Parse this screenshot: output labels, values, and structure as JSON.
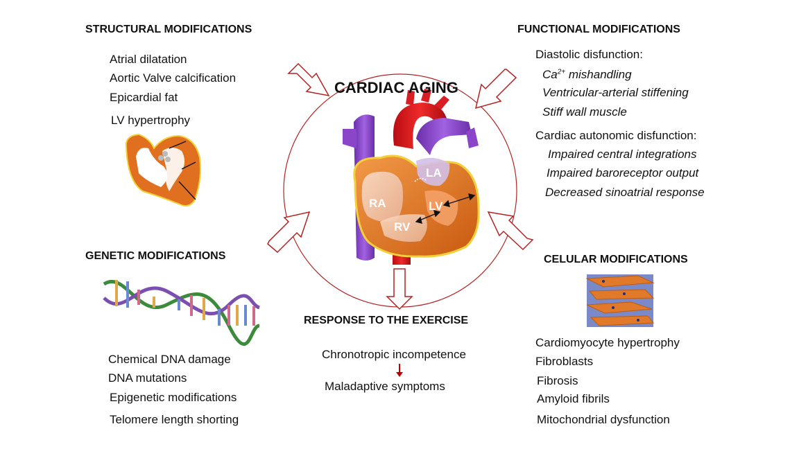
{
  "center": {
    "title": "CARDIAC AGING",
    "chamber_labels": {
      "ra": "RA",
      "rv": "RV",
      "la": "LA",
      "lv": "LV"
    }
  },
  "structural": {
    "heading": "STRUCTURAL MODIFICATIONS",
    "items": [
      "Atrial dilatation",
      "Aortic Valve calcification",
      "Epicardial fat",
      "LV hypertrophy"
    ]
  },
  "functional": {
    "heading": "FUNCTIONAL MODIFICATIONS",
    "diastolic_heading": "Diastolic disfunction:",
    "diastolic_items": {
      "ca_base": "Ca",
      "ca_sup": "2+",
      "ca_rest": " mishandling",
      "stiffening": "Ventricular-arterial stiffening",
      "wall": "Stiff wall muscle"
    },
    "autonomic_heading": "Cardiac autonomic disfunction:",
    "autonomic_items": [
      "Impaired central integrations",
      "Impaired baroreceptor output",
      "Decreased sinoatrial response"
    ]
  },
  "genetic": {
    "heading": "GENETIC MODIFICATIONS",
    "items": [
      "Chemical DNA damage",
      "DNA mutations",
      "Epigenetic modifications",
      "Telomere length shorting"
    ]
  },
  "cellular": {
    "heading": "CELULAR MODIFICATIONS",
    "items": [
      "Cardiomyocyte hypertrophy",
      "Fibroblasts",
      "Fibrosis",
      "Amyloid fibrils",
      "Mitochondrial dysfunction"
    ]
  },
  "exercise": {
    "heading": "RESPONSE TO THE EXERCISE",
    "first": "Chronotropic incompetence",
    "second": "Maladaptive symptoms"
  },
  "colors": {
    "arrow_outline": "#b22222",
    "circle": "#b22222",
    "heart_orange": "#e0731e",
    "aorta_red": "#e31b23",
    "vein_purple": "#8b45c9"
  }
}
